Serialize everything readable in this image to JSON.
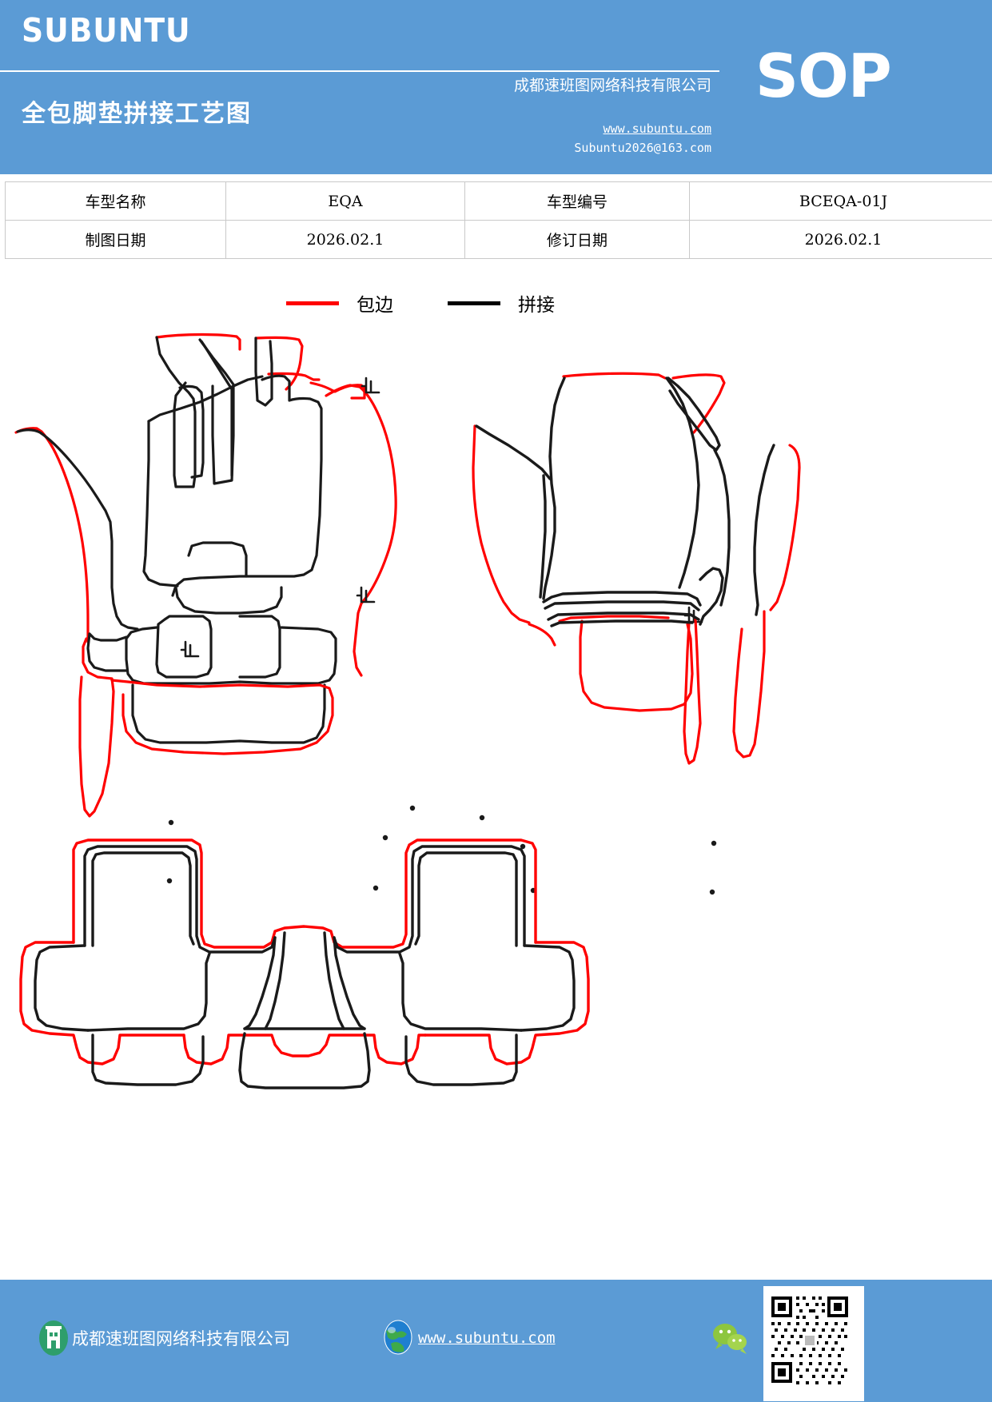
{
  "header": {
    "logo": "SUBUNTU",
    "doc_title": "全包脚垫拼接工艺图",
    "company": "成都速班图网络科技有限公司",
    "url": "www.subuntu.com",
    "email": "Subuntu2026@163.com",
    "sop_label": "SOP",
    "bg_color": "#5B9BD5"
  },
  "info_table": {
    "rows": [
      {
        "label1": "车型名称",
        "value1": "EQA",
        "label2": "车型编号",
        "value2": "BCEQA-01J"
      },
      {
        "label1": "制图日期",
        "value1": "2026.02.1",
        "label2": "修订日期",
        "value2": "2026.02.1"
      }
    ]
  },
  "legend": {
    "items": [
      {
        "label": "包边",
        "color": "#FF0000",
        "icon": "red-line-swatch"
      },
      {
        "label": "拼接",
        "color": "#000000",
        "icon": "black-line-swatch"
      }
    ]
  },
  "drawing": {
    "stop_marks": [
      "止",
      "止",
      "止",
      "止"
    ],
    "edge_color": "#FF0000",
    "seam_color": "#1A1A1A",
    "panels": [
      {
        "name": "left-front-mat"
      },
      {
        "name": "right-front-mat"
      },
      {
        "name": "rear-mat"
      }
    ]
  },
  "footer": {
    "company": "成都速班图网络科技有限公司",
    "url": "www.subuntu.com",
    "building_icon": "building-icon",
    "globe_icon": "globe-icon",
    "wechat_icon": "wechat-icon",
    "qr_icon": "qr-code",
    "bg_color": "#5B9BD5"
  }
}
